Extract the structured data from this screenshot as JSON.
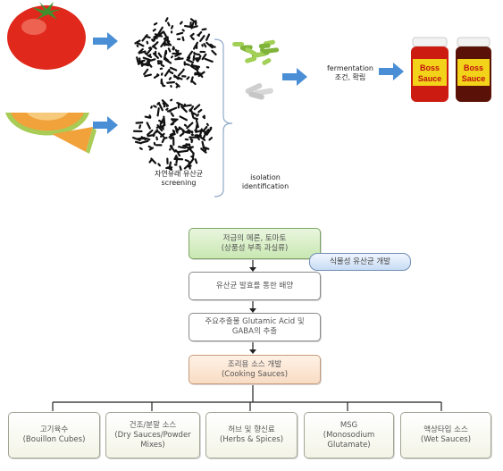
{
  "top": {
    "native_label_line1": "자연유래 유산균",
    "native_label_line2": "screening",
    "isolation_line1": "isolation",
    "isolation_line2": "identification",
    "fermentation_line1": "fermentation",
    "fermentation_line2": "조건, 확립",
    "jar_brand": "Boss Sauce"
  },
  "flow": {
    "step1_line1": "저급의 메론, 토마토",
    "step1_line2": "(상품성 부족 과실류)",
    "callout": "식물성 유산균 개발",
    "step2": "유산균 발효를 통한 배양",
    "step3_line1": "주요추출물 Glutamic Acid 및",
    "step3_line2": "GABA의 추출",
    "step4_line1": "조리용 소스 개발",
    "step4_line2": "(Cooking Sauces)"
  },
  "categories": [
    {
      "ko": "고기육수",
      "en": [
        "(Bouillon Cubes)"
      ]
    },
    {
      "ko": "건조/분말 소스",
      "en": [
        "(Dry Sauces/Powder",
        "Mixes)"
      ]
    },
    {
      "ko": "허브 및 향신료",
      "en": [
        "(Herbs & Spices)"
      ]
    },
    {
      "ko": "MSG",
      "en": [
        "(Monosodium",
        "Glutamate)"
      ]
    },
    {
      "ko": "액상타입 소스",
      "en": [
        "(Wet Sauces)"
      ]
    }
  ],
  "colors": {
    "arrow_blue": "#4a8fd6",
    "tomato": "#e0291c",
    "melon": "#f2a23a",
    "rind": "#a8cc55",
    "bacteria_green": "#7fb33a"
  },
  "icons": [
    "tomato-icon",
    "melon-icon",
    "bacteria-colony-icon",
    "green-bacteria-icon",
    "sauce-jar-icon"
  ]
}
